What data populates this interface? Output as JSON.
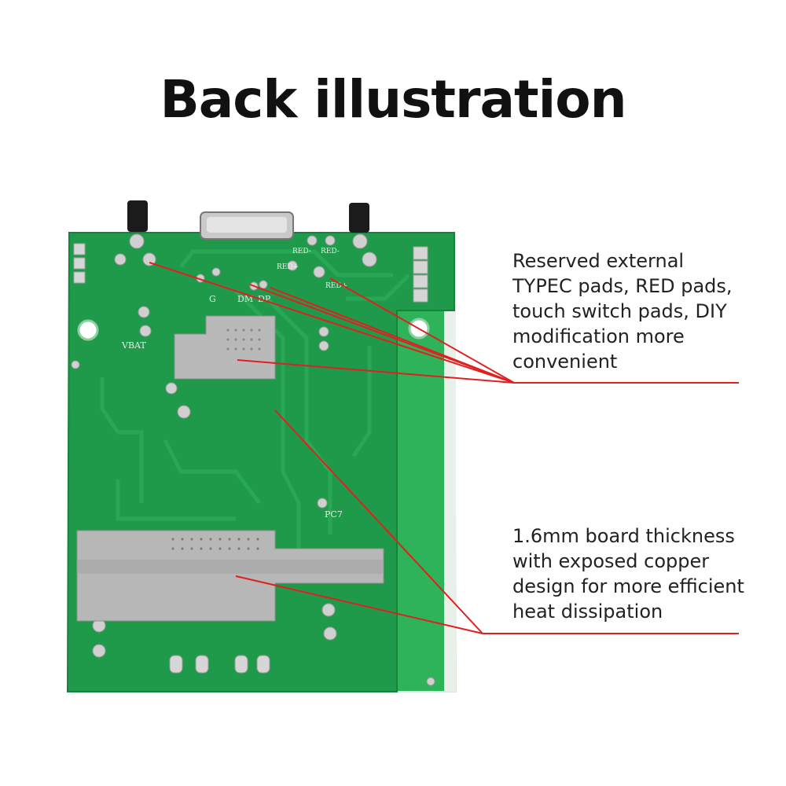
{
  "title": "Back illustration",
  "callouts": [
    {
      "text": "Reserved external\nTYPEC pads, RED pads,\ntouch switch pads, DIY\nmodification more\nconvenient"
    },
    {
      "text": "1.6mm board thickness\nwith exposed copper\ndesign for more efficient\nheat dissipation"
    }
  ],
  "pcb_labels": {
    "g": "G",
    "dm": "DM",
    "dp": "DP",
    "vbat": "VBAT",
    "pc7": "PC7",
    "red_minus_1": "RED-",
    "red_minus_2": "RED-",
    "red_plus": "RED+",
    "red_plus_2": "RED+"
  },
  "colors": {
    "pcb_green": "#1f9a4a",
    "pcb_trace": "#2aa957",
    "copper_silver": "#b9b9b9",
    "callout_line": "#e02020",
    "text": "#222222"
  }
}
